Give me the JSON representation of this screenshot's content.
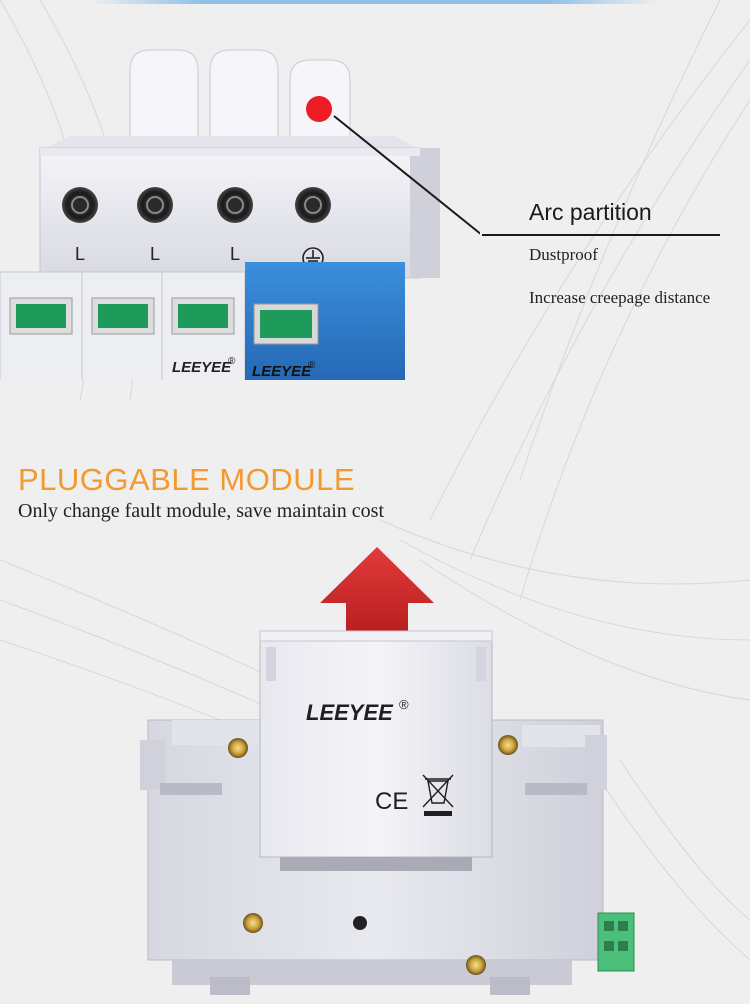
{
  "callout": {
    "title": "Arc partition",
    "items": [
      "Dustproof",
      "Increase creepage distance"
    ]
  },
  "product_top": {
    "terminal_labels": [
      "L",
      "L",
      "L"
    ],
    "brand": "LEEYEE",
    "registered": "®"
  },
  "section": {
    "title": "PLUGGABLE MODULE",
    "subtitle": "Only change fault module, save maintain cost"
  },
  "product_bottom": {
    "brand": "LEEYEE",
    "registered": "®",
    "ce_mark": "CE"
  },
  "colors": {
    "accent_orange": "#f39a2e",
    "marker_red": "#ee1c25",
    "module_blue": "#2f7fcf",
    "window_green": "#1e9b5a",
    "arrow_red": "#d42a2a"
  }
}
